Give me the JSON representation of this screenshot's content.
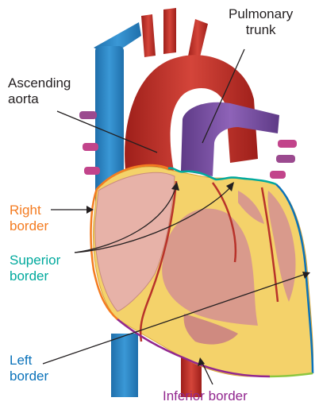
{
  "labels": {
    "ascending_aorta": [
      "Ascending",
      "aorta"
    ],
    "pulmonary_trunk": [
      "Pulmonary",
      "trunk"
    ],
    "right_border": [
      "Right",
      "border"
    ],
    "superior_border": [
      "Superior",
      "border"
    ],
    "left_border": [
      "Left",
      "border"
    ],
    "inferior_border": "Inferior border"
  },
  "colors": {
    "right_border": "#f47b20",
    "superior_border": "#00a99d",
    "left_border": "#0a72ba",
    "inferior_border": "#92278f",
    "vein_blue": "#2e86c1",
    "aorta_red": "#c0392b",
    "pulmonary_purple": "#7d4fa0",
    "fat_yellow": "#f4d26a",
    "muscle_pink": "#d99a8c"
  }
}
